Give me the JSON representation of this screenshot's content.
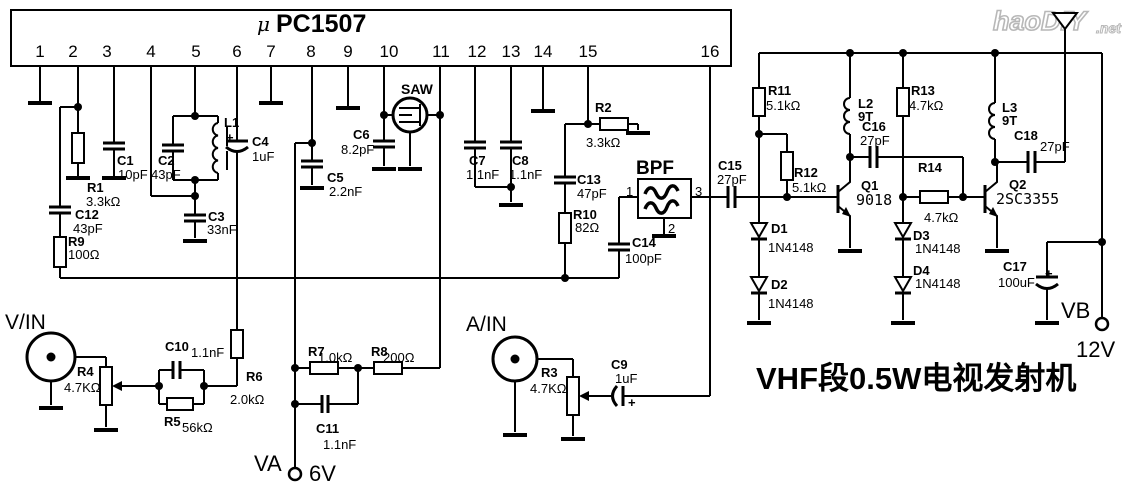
{
  "ic": {
    "mu": "μ",
    "name": "PC1507",
    "pins": [
      "1",
      "2",
      "3",
      "4",
      "5",
      "6",
      "7",
      "8",
      "9",
      "10",
      "11",
      "12",
      "13",
      "14",
      "15",
      "16"
    ]
  },
  "logo": {
    "main": "haoDIY",
    "net": ".net"
  },
  "caption": "VHF段0.5W电视发射机",
  "terminals": {
    "video_in": "V/IN",
    "audio_in": "A/IN",
    "va": "VA",
    "va_volt": "6V",
    "vb": "VB",
    "vb_volt": "12V"
  },
  "blocks": {
    "saw": "SAW",
    "bpf": {
      "label": "BPF",
      "p1": "1",
      "p2": "2",
      "p3": "3"
    }
  },
  "symbols": {
    "plus": "+"
  },
  "colors": {
    "wire": "#000000",
    "background": "#ffffff",
    "logo_outline": "#b8b8b8"
  },
  "components": {
    "R1": {
      "ref": "R1",
      "val": "3.3kΩ"
    },
    "R2": {
      "ref": "R2",
      "val": "3.3kΩ"
    },
    "R3": {
      "ref": "R3",
      "val": "4.7KΩ"
    },
    "R4": {
      "ref": "R4",
      "val": "4.7KΩ"
    },
    "R5": {
      "ref": "R5",
      "val": "56kΩ"
    },
    "R6": {
      "ref": "R6",
      "val": "2.0kΩ"
    },
    "R7": {
      "ref": "R7",
      "val": "1.0kΩ"
    },
    "R8": {
      "ref": "R8",
      "val": "200Ω"
    },
    "R9": {
      "ref": "R9",
      "val": "100Ω"
    },
    "R10": {
      "ref": "R10",
      "val": "82Ω"
    },
    "R11": {
      "ref": "R11",
      "val": "5.1kΩ"
    },
    "R12": {
      "ref": "R12",
      "val": "5.1kΩ"
    },
    "R13": {
      "ref": "R13",
      "val": "4.7kΩ"
    },
    "R14": {
      "ref": "R14",
      "val": "4.7kΩ"
    },
    "C1": {
      "ref": "C1",
      "val": "10pF"
    },
    "C2": {
      "ref": "C2",
      "val": "43pF"
    },
    "C3": {
      "ref": "C3",
      "val": "33nF"
    },
    "C4": {
      "ref": "C4",
      "val": "1uF"
    },
    "C5": {
      "ref": "C5",
      "val": "2.2nF"
    },
    "C6": {
      "ref": "C6",
      "val": "8.2pF"
    },
    "C7": {
      "ref": "C7",
      "val": "1.1nF"
    },
    "C8": {
      "ref": "C8",
      "val": "1.1nF"
    },
    "C9": {
      "ref": "C9",
      "val": "1uF"
    },
    "C10": {
      "ref": "C10",
      "val": "1.1nF"
    },
    "C11": {
      "ref": "C11",
      "val": "1.1nF"
    },
    "C12": {
      "ref": "C12",
      "val": "43pF"
    },
    "C13": {
      "ref": "C13",
      "val": "47pF"
    },
    "C14": {
      "ref": "C14",
      "val": "100pF"
    },
    "C15": {
      "ref": "C15",
      "val": "27pF"
    },
    "C16": {
      "ref": "C16",
      "val": "27pF"
    },
    "C17": {
      "ref": "C17",
      "val": "100uF"
    },
    "C18": {
      "ref": "C18",
      "val": "27pF"
    },
    "L1": {
      "ref": "L1"
    },
    "L2": {
      "ref": "L2",
      "val": "9T"
    },
    "L3": {
      "ref": "L3",
      "val": "9T"
    },
    "D1": {
      "ref": "D1",
      "val": "1N4148"
    },
    "D2": {
      "ref": "D2",
      "val": "1N4148"
    },
    "D3": {
      "ref": "D3",
      "val": "1N4148"
    },
    "D4": {
      "ref": "D4",
      "val": "1N4148"
    },
    "Q1": {
      "ref": "Q1",
      "val": "9018"
    },
    "Q2": {
      "ref": "Q2",
      "val": "2SC3355"
    }
  }
}
